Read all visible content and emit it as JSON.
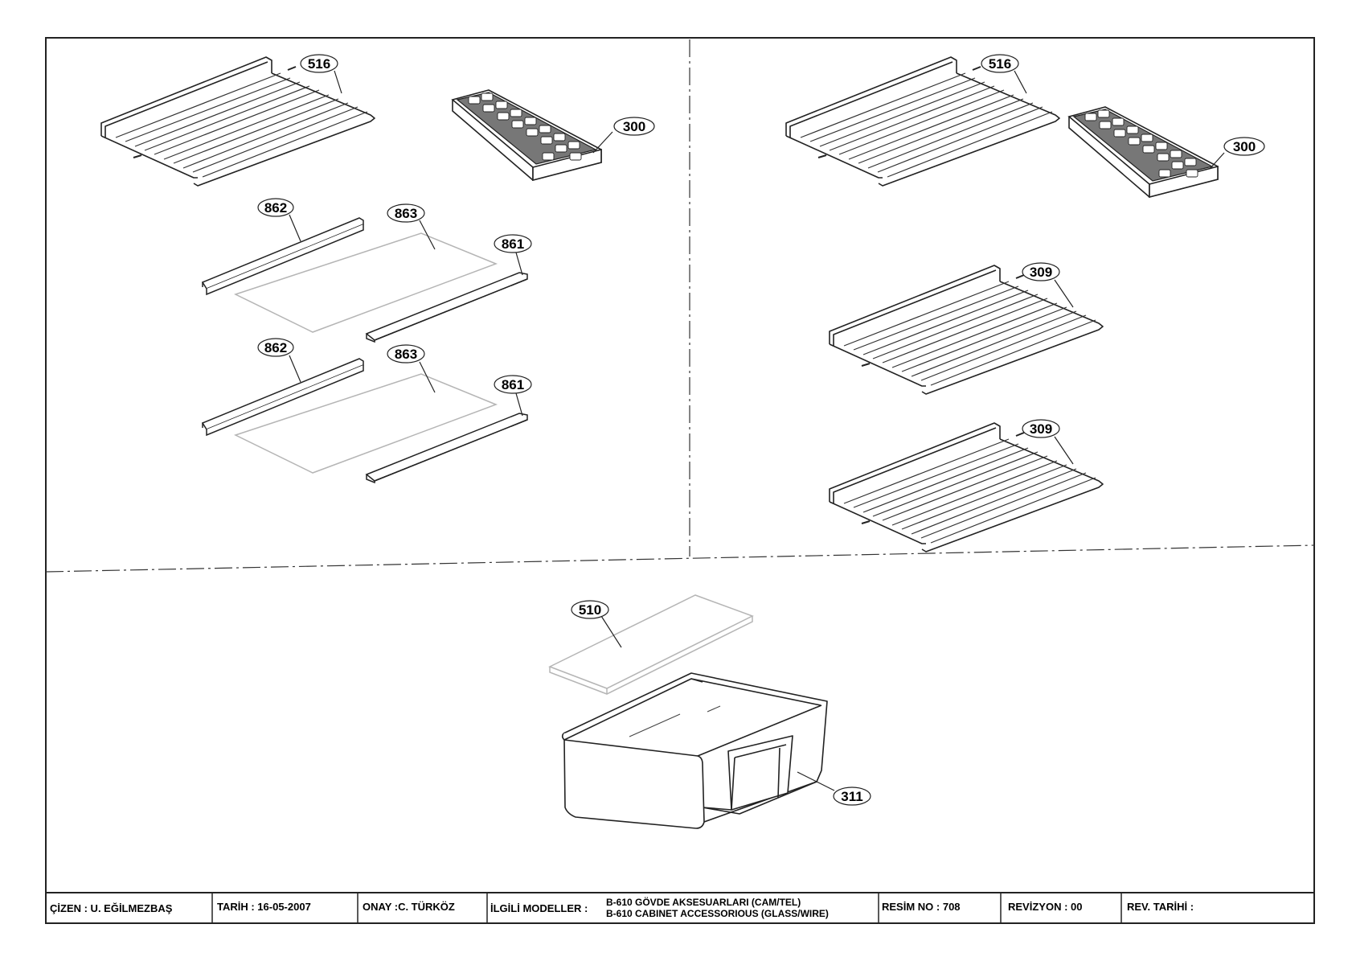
{
  "callouts": {
    "shelf_516_left": "516",
    "tray_300_left": "300",
    "trim_862_a": "862",
    "glass_863_a": "863",
    "trim_861_a": "861",
    "trim_862_b": "862",
    "glass_863_b": "863",
    "trim_861_b": "861",
    "shelf_516_right": "516",
    "tray_300_right": "300",
    "shelf_309_a": "309",
    "shelf_309_b": "309",
    "cover_510": "510",
    "crisper_311": "311"
  },
  "title_block": {
    "drawn_by": "ÇİZEN : U. EĞİLMEZBAŞ",
    "date": "TARİH : 16-05-2007",
    "approval": "ONAY :C. TÜRKÖZ",
    "related_models_label": "İLGİLİ MODELLER :",
    "description_tr": "B-610 GÖVDE AKSESUARLARI (CAM/TEL)",
    "description_en": "B-610 CABINET ACCESSORIOUS (GLASS/WIRE)",
    "drawing_no": "RESİM NO : 708",
    "revision": "REVİZYON : 00",
    "revision_date": "REV. TARİHİ :"
  }
}
